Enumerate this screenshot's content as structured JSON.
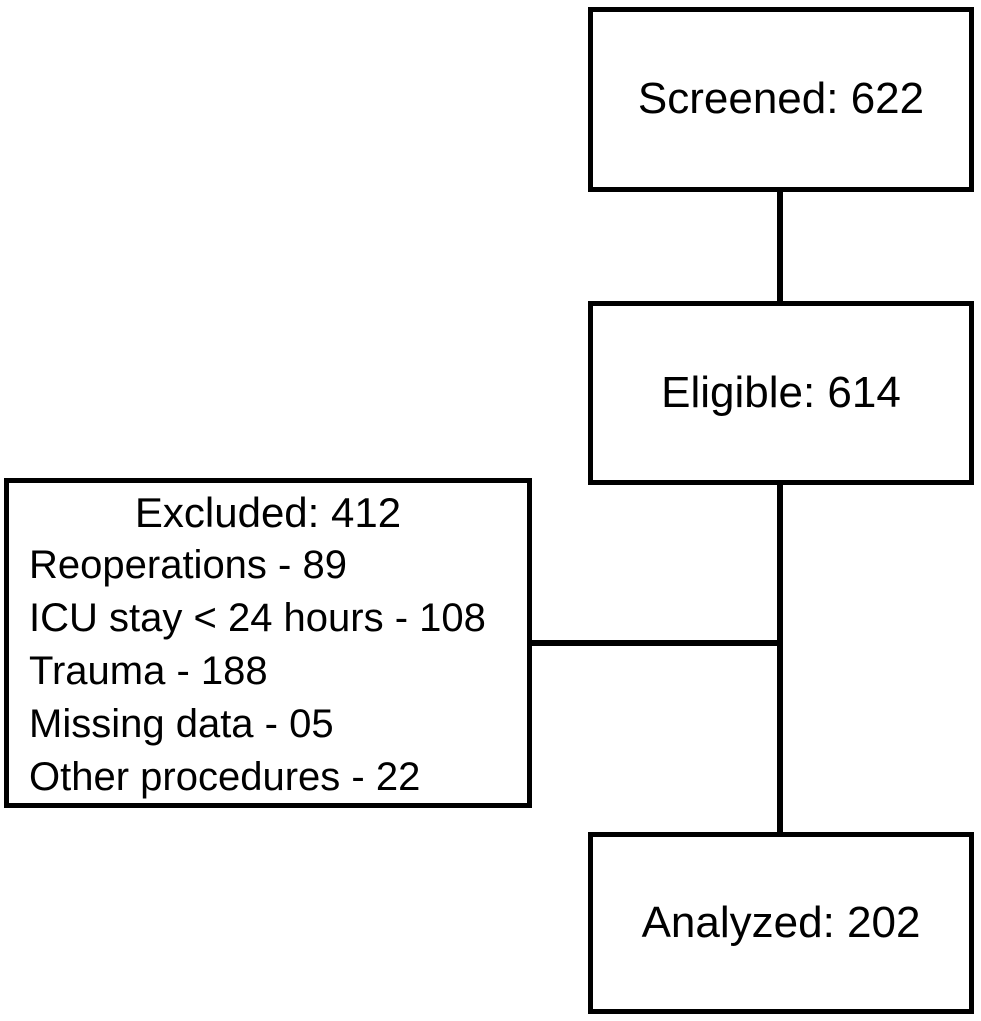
{
  "diagram": {
    "type": "flowchart",
    "colors": {
      "background": "#ffffff",
      "line": "#000000",
      "text": "#000000"
    },
    "boxes": {
      "screened": {
        "label": "Screened: 622"
      },
      "eligible": {
        "label": "Eligible: 614"
      },
      "excluded": {
        "title": "Excluded: 412",
        "items": [
          "Reoperations - 89",
          "ICU stay < 24 hours - 108",
          "Trauma - 188",
          "Missing data - 05",
          "Other procedures - 22"
        ]
      },
      "analyzed": {
        "label": "Analyzed: 202"
      }
    },
    "connectors": [
      {
        "from": "screened",
        "to": "eligible",
        "style": "vertical-line"
      },
      {
        "from": "eligible",
        "to": "analyzed",
        "style": "vertical-line"
      },
      {
        "from": "excluded",
        "to": "eligible-analyzed-line",
        "style": "horizontal-line"
      }
    ]
  }
}
